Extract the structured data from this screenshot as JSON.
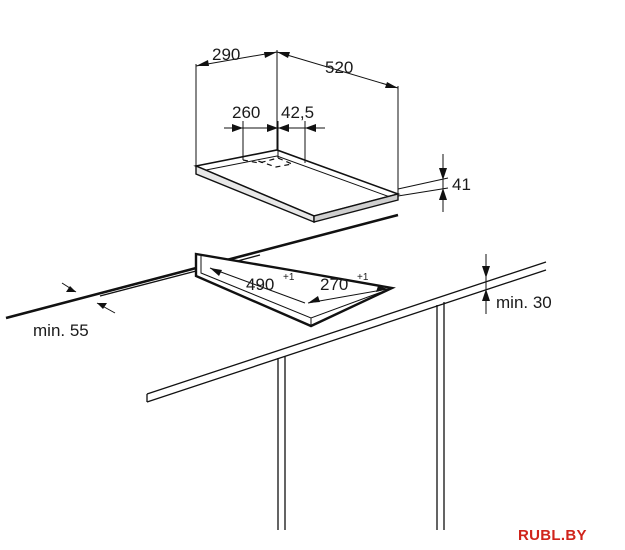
{
  "dimensions": {
    "hob_depth": "290",
    "hob_width": "520",
    "burner_offset_a": "260",
    "burner_offset_b": "42,5",
    "hob_height": "41",
    "cutout_width": "490",
    "cutout_width_tolerance": "+1",
    "cutout_depth": "270",
    "cutout_depth_tolerance": "+1",
    "min_front_distance": "min. 55",
    "min_top_distance": "min. 30"
  },
  "watermark": "RUBL.BY"
}
